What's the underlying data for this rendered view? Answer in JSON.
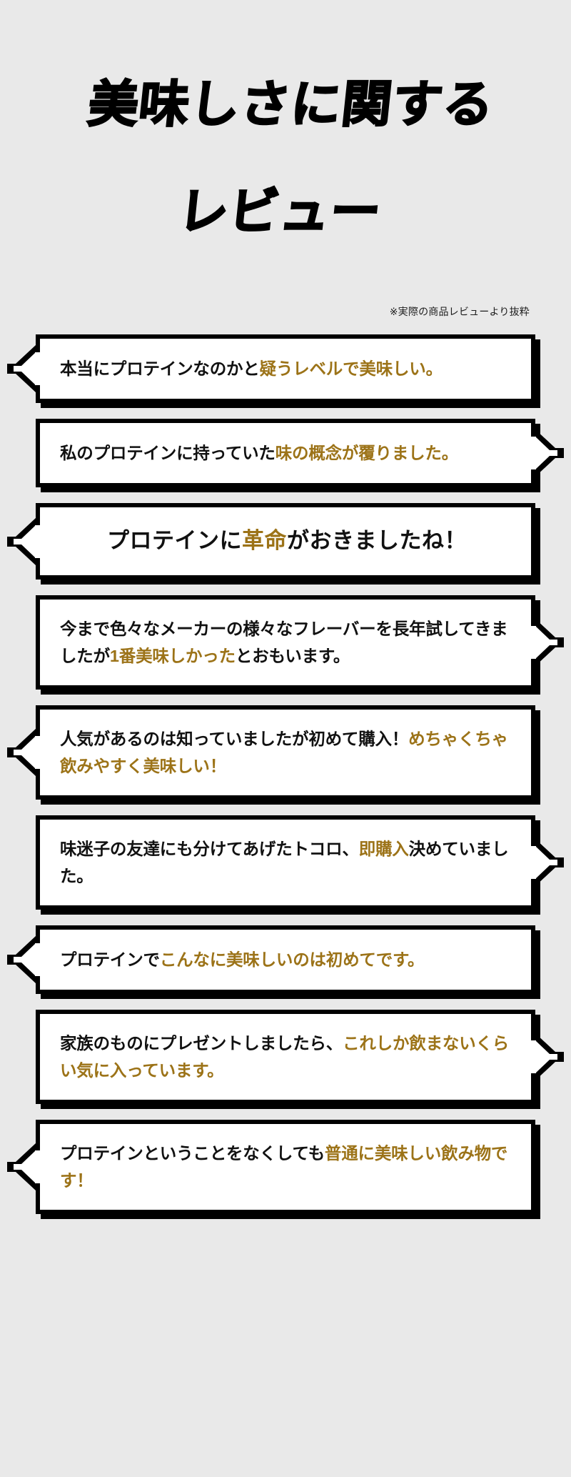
{
  "page": {
    "background_color": "#e9e9e9",
    "highlight_color": "#9c7318",
    "text_color": "#111111",
    "border_color": "#000000"
  },
  "header": {
    "title_line1": "美味しさに関する",
    "title_line2": "レビュー",
    "subtitle": "※実際の商品レビューより抜粋"
  },
  "reviews": [
    {
      "id": "review-1",
      "tail": "left",
      "style": "normal",
      "segments": [
        {
          "text": "本当にプロテインなのかと",
          "highlight": false
        },
        {
          "text": "疑うレベルで美味しい。",
          "highlight": true
        }
      ],
      "full_text": "本当にプロテインなのかと疑うレベルで美味しい。"
    },
    {
      "id": "review-2",
      "tail": "right",
      "style": "normal",
      "segments": [
        {
          "text": "私のプロテインに持っていた",
          "highlight": false
        },
        {
          "text": "味の概念が覆りました。",
          "highlight": true
        }
      ],
      "full_text": "私のプロテインに持っていた味の概念が覆りました。"
    },
    {
      "id": "review-3",
      "tail": "left",
      "style": "centered",
      "segments": [
        {
          "text": "プロテインに",
          "highlight": false
        },
        {
          "text": "革命",
          "highlight": true
        },
        {
          "text": "がおきましたね！",
          "highlight": false
        }
      ],
      "full_text": "プロテインに革命がおきましたね！"
    },
    {
      "id": "review-4",
      "tail": "right",
      "style": "normal",
      "segments": [
        {
          "text": "今まで色々なメーカーの様々なフレーバーを長年試してきましたが",
          "highlight": false
        },
        {
          "text": "1番美味しかった",
          "highlight": true
        },
        {
          "text": "とおもいます。",
          "highlight": false
        }
      ],
      "full_text": "今まで色々なメーカーの様々なフレーバーを長年試してきましたが1番美味しかったとおもいます。"
    },
    {
      "id": "review-5",
      "tail": "left",
      "style": "normal",
      "segments": [
        {
          "text": "人気があるのは知っていましたが初めて購入！",
          "highlight": false
        },
        {
          "text": "めちゃくちゃ飲みやすく美味しい！",
          "highlight": true
        }
      ],
      "full_text": "人気があるのは知っていましたが初めて購入！めちゃくちゃ飲みやすく美味しい！"
    },
    {
      "id": "review-6",
      "tail": "right",
      "style": "normal",
      "segments": [
        {
          "text": "味迷子の友達にも分けてあげたトコロ、",
          "highlight": false
        },
        {
          "text": "即購入",
          "highlight": true
        },
        {
          "text": "決めていました。",
          "highlight": false
        }
      ],
      "full_text": "味迷子の友達にも分けてあげたトコロ、即購入決めていました。"
    },
    {
      "id": "review-7",
      "tail": "left",
      "style": "normal",
      "segments": [
        {
          "text": "プロテインで",
          "highlight": false
        },
        {
          "text": "こんなに美味しいのは初めてです。",
          "highlight": true
        }
      ],
      "full_text": "プロテインでこんなに美味しいのは初めてです。"
    },
    {
      "id": "review-8",
      "tail": "right",
      "style": "normal",
      "segments": [
        {
          "text": "家族のものにプレゼントしましたら、",
          "highlight": false
        },
        {
          "text": "これしか飲まないくらい気に入っています。",
          "highlight": true
        }
      ],
      "full_text": "家族のものにプレゼントしましたら、これしか飲まないくらい気に入っています。"
    },
    {
      "id": "review-9",
      "tail": "left",
      "style": "normal",
      "segments": [
        {
          "text": "プロテインということをなくしても",
          "highlight": false
        },
        {
          "text": "普通に美味しい飲み物です！",
          "highlight": true
        }
      ],
      "full_text": "プロテインということをなくしても普通に美味しい飲み物です！"
    }
  ]
}
